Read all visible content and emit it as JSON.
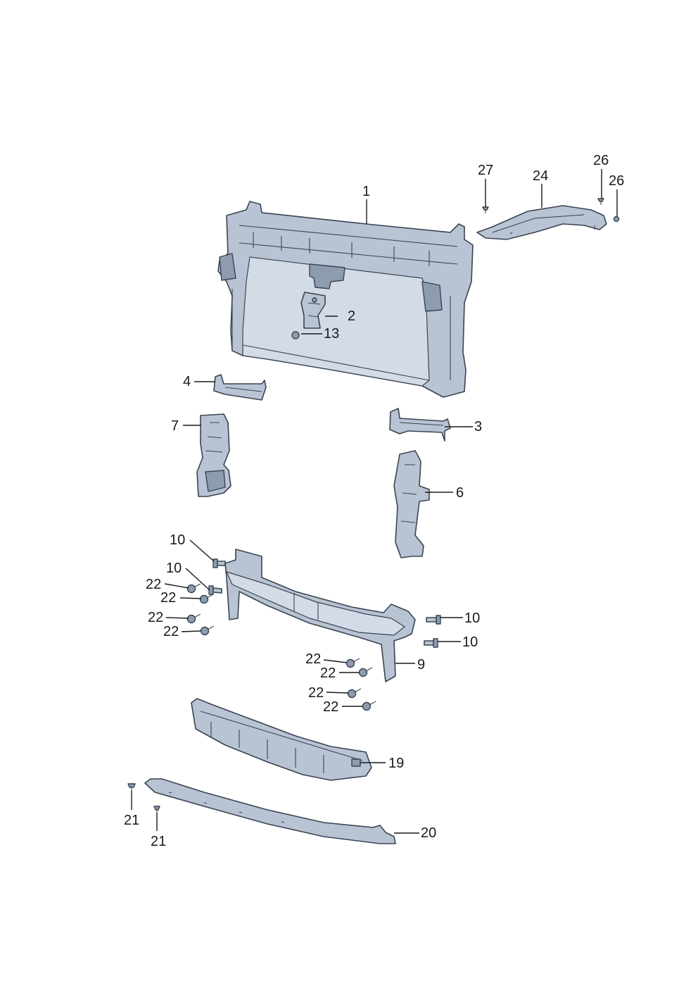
{
  "diagram": {
    "callouts": [
      {
        "id": "c1",
        "label": "1"
      },
      {
        "id": "c2",
        "label": "2"
      },
      {
        "id": "c3",
        "label": "3"
      },
      {
        "id": "c4",
        "label": "4"
      },
      {
        "id": "c6",
        "label": "6"
      },
      {
        "id": "c7",
        "label": "7"
      },
      {
        "id": "c9",
        "label": "9"
      },
      {
        "id": "c10a",
        "label": "10"
      },
      {
        "id": "c10b",
        "label": "10"
      },
      {
        "id": "c10c",
        "label": "10"
      },
      {
        "id": "c10d",
        "label": "10"
      },
      {
        "id": "c13",
        "label": "13"
      },
      {
        "id": "c19",
        "label": "19"
      },
      {
        "id": "c20",
        "label": "20"
      },
      {
        "id": "c21a",
        "label": "21"
      },
      {
        "id": "c21b",
        "label": "21"
      },
      {
        "id": "c22a",
        "label": "22"
      },
      {
        "id": "c22b",
        "label": "22"
      },
      {
        "id": "c22c",
        "label": "22"
      },
      {
        "id": "c22d",
        "label": "22"
      },
      {
        "id": "c22e",
        "label": "22"
      },
      {
        "id": "c22f",
        "label": "22"
      },
      {
        "id": "c22g",
        "label": "22"
      },
      {
        "id": "c22h",
        "label": "22"
      },
      {
        "id": "c24",
        "label": "24"
      },
      {
        "id": "c26a",
        "label": "26"
      },
      {
        "id": "c26b",
        "label": "26"
      },
      {
        "id": "c27",
        "label": "27"
      }
    ]
  }
}
